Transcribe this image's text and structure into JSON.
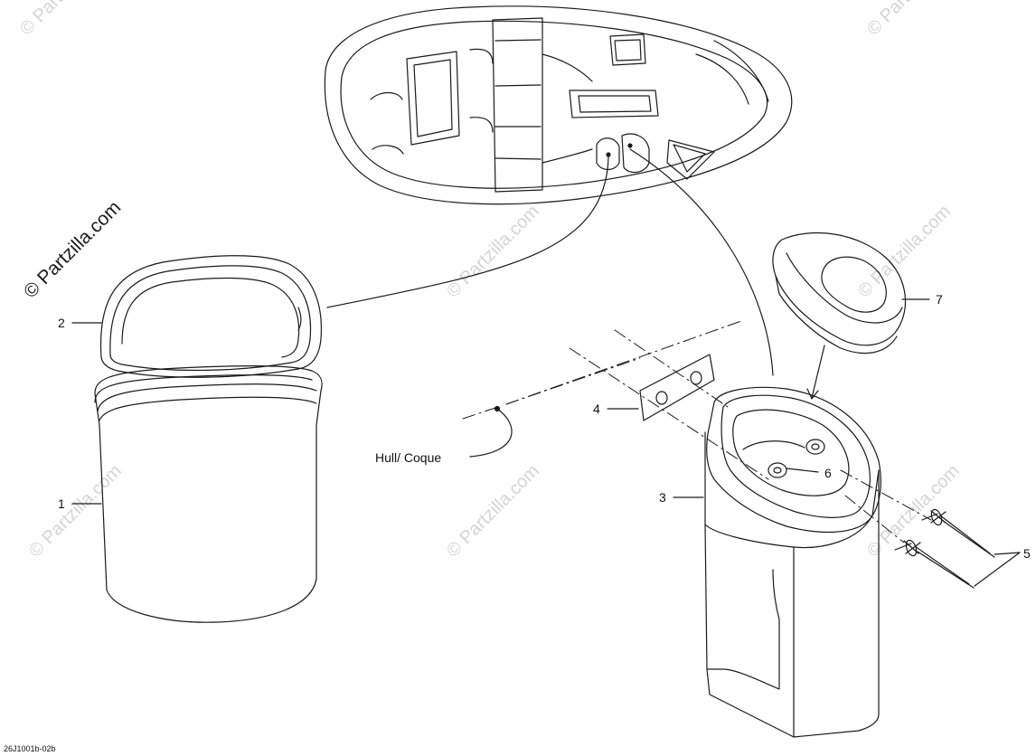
{
  "watermark": {
    "brand": "© Partzilla.com"
  },
  "callouts": {
    "p1": "1",
    "p2": "2",
    "p3": "3",
    "p4": "4",
    "p5": "5",
    "p6": "6",
    "p7": "7",
    "hull": "Hull/ Coque"
  },
  "diagram_code": "26J1001b-02b",
  "colors": {
    "line": "#1a1a1a",
    "watermark": "#d4d4d4",
    "background": "#ffffff"
  }
}
